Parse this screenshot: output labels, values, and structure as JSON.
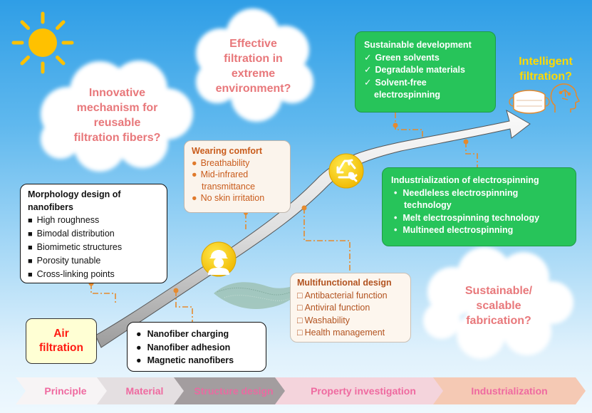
{
  "clouds": {
    "innovative": [
      "Innovative",
      "mechanism for",
      "reusable",
      "filtration fibers?"
    ],
    "effective": [
      "Effective",
      "filtration in",
      "extreme",
      "environment?"
    ],
    "sustainable": [
      "Sustainable/",
      "scalable",
      "fabrication?"
    ]
  },
  "air_filtration": [
    "Air",
    "filtration"
  ],
  "intelligent": [
    "Intelligent",
    "filtration?"
  ],
  "morphology": {
    "title": "Morphology design of nanofibers",
    "items": [
      "High roughness",
      "Bimodal distribution",
      "Biomimetic structures",
      "Porosity tunable",
      "Cross-linking points"
    ]
  },
  "charging": {
    "items": [
      "Nanofiber charging",
      "Nanofiber adhesion",
      "Magnetic nanofibers"
    ]
  },
  "comfort": {
    "title": "Wearing comfort",
    "items": [
      "Breathability",
      "Mid-infrared transmittance",
      "No skin irritation"
    ]
  },
  "multifunctional": {
    "title": "Multifunctional design",
    "items": [
      "Antibacterial function",
      "Antiviral function",
      "Washability",
      "Health management"
    ]
  },
  "sustainable_dev": {
    "title": "Sustainable development",
    "items": [
      "Green solvents",
      "Degradable materials",
      "Solvent-free electrospinning"
    ]
  },
  "industrialization_box": {
    "title": "Industrialization of electrospinning",
    "items": [
      "Needleless electrospinning technology",
      "Melt electrospinning technology",
      "Multineed electrospinning"
    ]
  },
  "stages": [
    "Principle",
    "Material",
    "Structure design",
    "Property investigation",
    "Industrialization"
  ],
  "colors": {
    "stage_fills": [
      "#f7f4f5",
      "#e4dfe1",
      "#a39d9f",
      "#f4d4dc",
      "#f5c9b4"
    ],
    "cloud_text": "#e8787b",
    "green_box": "#27c45a",
    "connector": "#e58a2e",
    "sun": "#ffc100"
  },
  "icons": [
    "sun-icon",
    "worker-icon",
    "recycle-icon",
    "mask-icon",
    "head-icon",
    "fiber-mesh-icon",
    "wave-icon"
  ]
}
